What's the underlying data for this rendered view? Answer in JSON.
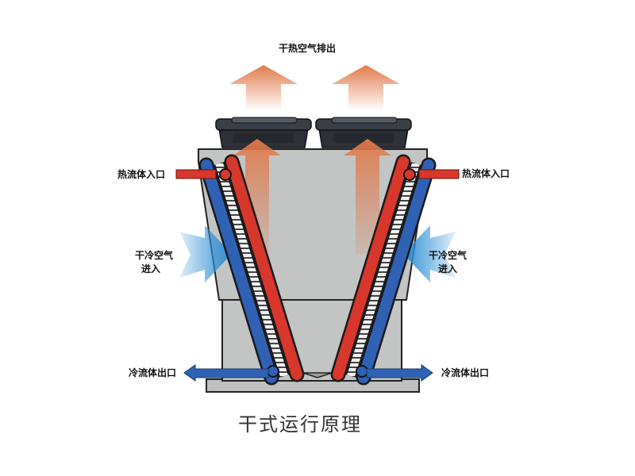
{
  "labels": {
    "hot_air_out": "干热空气排出",
    "hot_in_left": "热流体入口",
    "hot_in_right": "热流体入口",
    "cold_air_in_left_line1": "干冷空气",
    "cold_air_in_left_line2": "进入",
    "cold_air_in_right_line1": "干冷空气",
    "cold_air_in_right_line2": "进入",
    "cold_out_left": "冷流体出口",
    "cold_out_right": "冷流体出口"
  },
  "caption": "干式运行原理",
  "colors": {
    "hot_fluid": "#d8372c",
    "cold_fluid": "#2f62b5",
    "hot_air": "#e07a4c",
    "cold_air": "#2f8fd6",
    "housing": "#c3c5c4",
    "fan": "#2e3138"
  }
}
